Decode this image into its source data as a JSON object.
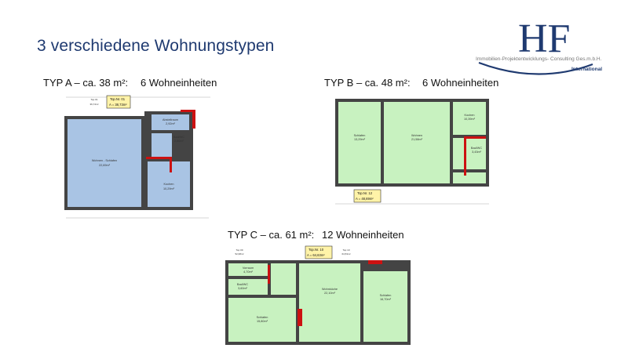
{
  "slide": {
    "title": "3 verschiedene Wohnungstypen"
  },
  "logo": {
    "letters": "HF",
    "subline": "Immobilien-Projektentwicklungs- Consulting Ges.m.b.H.",
    "international": "International"
  },
  "types": [
    {
      "label": "TYP A – ca. 38 m²:",
      "units": "6 Wohneinheiten",
      "tag_line1": "Top.Nr. 01",
      "tag_line2": "A = 38,73m²",
      "rooms": [
        {
          "name": "Wohnen - Schlafen",
          "area": "22,69m²"
        },
        {
          "name": "Abstellraum",
          "area": "2,92m²"
        },
        {
          "name": "Bad/WC",
          "area": "2,86m²"
        },
        {
          "name": "Kochen",
          "area": "10,29m²"
        }
      ],
      "side_label": "Top 01",
      "side_area": "36,74m²",
      "colors": {
        "fill": "#a9c4e4",
        "stroke": "#444444"
      }
    },
    {
      "label": "TYP B – ca. 48 m²:",
      "units": "6 Wohneinheiten",
      "tag_line1": "Top.Nr. 12",
      "tag_line2": "A = 48,69m²",
      "rooms": [
        {
          "name": "Schlafen",
          "area": "13,29m²"
        },
        {
          "name": "Wohnen",
          "area": "21,58m²"
        },
        {
          "name": "Kochen",
          "area": "10,39m²"
        },
        {
          "name": "Bad/WC",
          "area": "3,43m²"
        }
      ],
      "colors": {
        "fill": "#c8f2c0",
        "stroke": "#444444"
      }
    },
    {
      "label": "TYP C – ca. 61 m²:",
      "units": "12 Wohneinheiten",
      "tag_line1": "Top.Nr. 10",
      "tag_line2": "A = 64,63m²",
      "rooms": [
        {
          "name": "Vorraum",
          "area": "4,70m²"
        },
        {
          "name": "Bad/WC",
          "area": "3,60m²"
        },
        {
          "name": "Schlafen",
          "area": "15,80m²"
        },
        {
          "name": "Wohnküche",
          "area": "22,10m²"
        },
        {
          "name": "Schlafen",
          "area": "16,70m²"
        }
      ],
      "side_label": "Top 10",
      "side_area": "64,53m²",
      "left_label": "Top 09",
      "left_area": "52,68m²",
      "colors": {
        "fill": "#c8f2c0",
        "stroke": "#444444"
      }
    }
  ],
  "colors": {
    "title": "#1f3a70",
    "accent_red": "#cc1111",
    "tag_yellow": "#fff3a8"
  }
}
